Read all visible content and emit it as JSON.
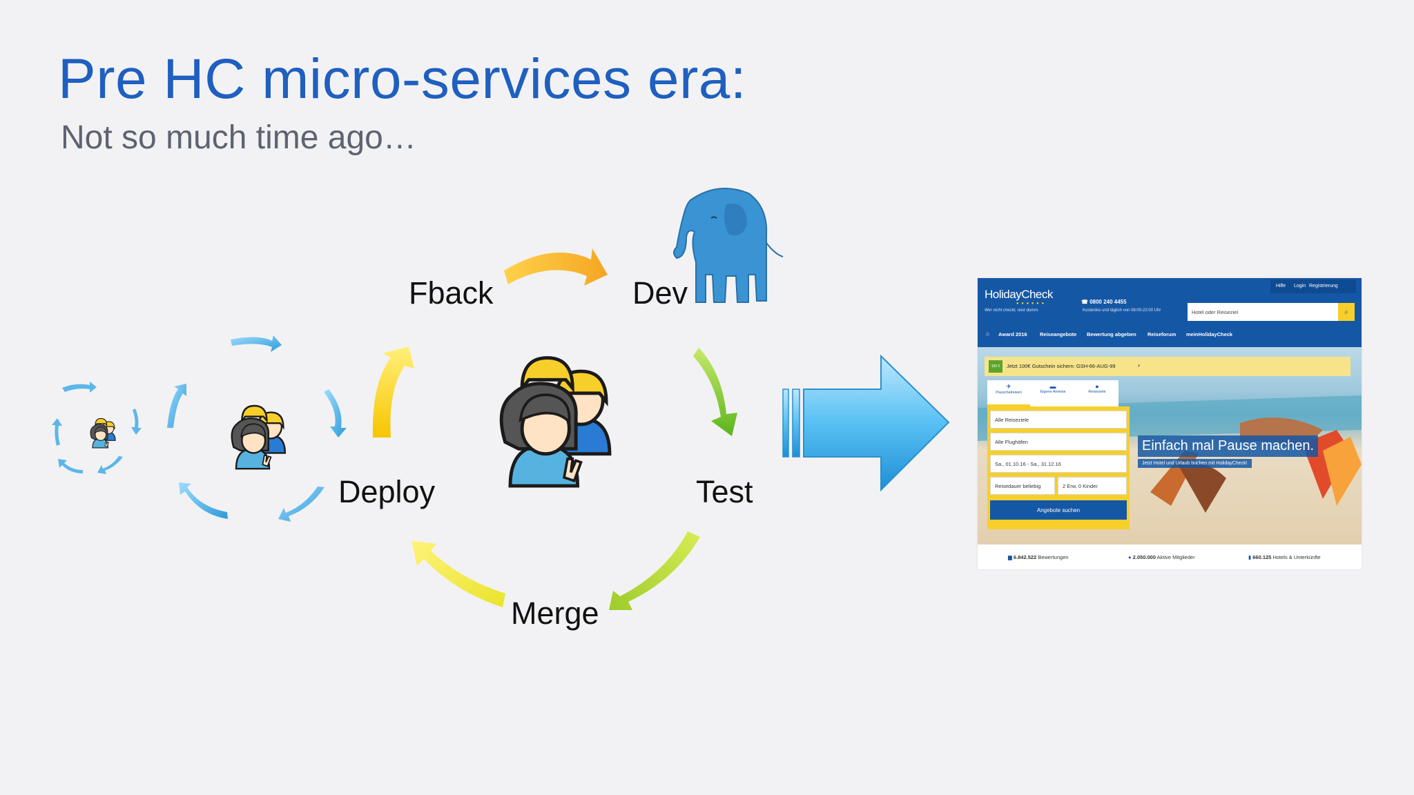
{
  "slide": {
    "title": "Pre HC micro-services era:",
    "subtitle": "Not so much time ago…"
  },
  "cycle": {
    "labels": {
      "fback": "Fback",
      "dev": "Dev",
      "test": "Test",
      "merge": "Merge",
      "deploy": "Deploy"
    },
    "colors": {
      "orange": "#f5a623",
      "yellow": "#f7d417",
      "green": "#6cbf22",
      "lightgreen": "#b8dc3a",
      "blue": "#3aa7e0",
      "elephant": "#3a93d3"
    },
    "icons": [
      "elephant-icon",
      "team-icon",
      "big-arrow-icon",
      "cycle-arrow-icon"
    ]
  },
  "holidaycheck": {
    "logo": "HolidayCheck",
    "tagline": "Wer nicht checkt, reist dumm.",
    "phone": "0800 240 4455",
    "phone_note": "Kostenlos und täglich von 08:00-22:00 Uhr",
    "top_links": [
      "Hilfe",
      "Login",
      "Registrierung"
    ],
    "search_placeholder": "Hotel oder Reiseziel",
    "nav": [
      "Award 2016",
      "Reiseangebote",
      "Bewertung abgeben",
      "Reiseforum",
      "meinHolidayCheck"
    ],
    "voucher_badge": "100 €",
    "voucher": "Jetzt 100€ Gutschein sichern: GSH-66-AUG-99",
    "tabs": [
      "Pauschalreisen",
      "Eigene Anreise",
      "Reiseziele"
    ],
    "fields": {
      "destination": "Alle Reiseziele",
      "airport": "Alle Flughäfen",
      "dates": "Sa., 01.10.16 - Sa., 31.12.16",
      "duration": "Reisedauer beliebig",
      "travellers": "2 Erw, 0 Kinder"
    },
    "search_button": "Angebote suchen",
    "headline": "Einfach mal Pause machen.",
    "subheadline": "Jetzt Hotel und Urlaub buchen mit HolidayCheck!",
    "stats": [
      {
        "value": "6.842.522",
        "label": "Bewertungen"
      },
      {
        "value": "2.050.000",
        "label": "Aktive Mitglieder"
      },
      {
        "value": "660.125",
        "label": "Hotels & Unterkünfte"
      }
    ]
  }
}
